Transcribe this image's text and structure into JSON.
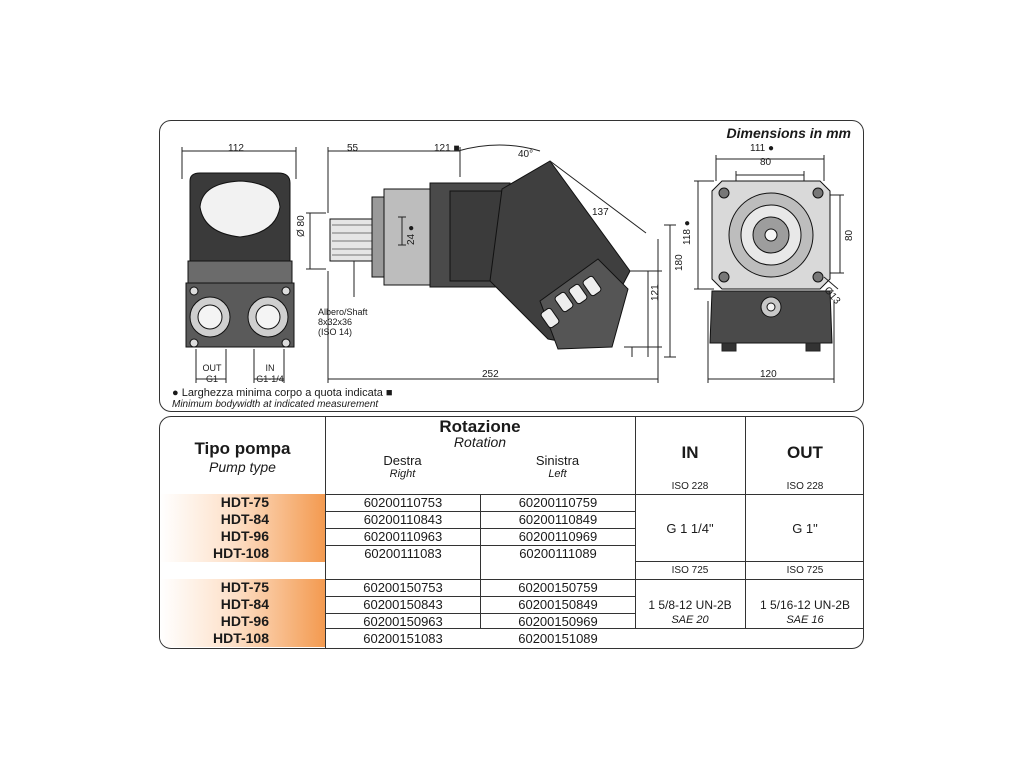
{
  "drawing": {
    "title": "Dimensions in mm",
    "dims": {
      "d112": "112",
      "d55": "55",
      "d121top": "121 ■",
      "d40": "40°",
      "d137": "137",
      "d80": "Ø 80",
      "d24": "24 ●",
      "d180": "180",
      "d121": "121",
      "d252": "252",
      "d111": "111 ●",
      "d80r": "80",
      "d118": "118 ●",
      "d80v": "80",
      "d13": "Ø13",
      "d120": "120"
    },
    "shaft_label": [
      "Albero/Shaft",
      "8x32x36",
      "(ISO 14)"
    ],
    "port_out": [
      "OUT",
      "G1"
    ],
    "port_in": [
      "IN",
      "G1-1/4"
    ],
    "legend": {
      "circle_line": "● Larghezza minima corpo a quota indicata ■",
      "italic_line": "Minimum bodywidth at indicated measurement"
    }
  },
  "table": {
    "pump_type": "Tipo pompa",
    "pump_type_en": "Pump type",
    "rotation": "Rotazione",
    "rotation_en": "Rotation",
    "right": "Destra",
    "right_en": "Right",
    "left": "Sinistra",
    "left_en": "Left",
    "in": "IN",
    "out": "OUT",
    "group1": {
      "in_std": "ISO 228",
      "out_std": "ISO 228",
      "in_val": "G 1 1/4\"",
      "out_val": "G 1\"",
      "rows": [
        {
          "model": "HDT-75",
          "right": "60200110753",
          "left": "60200110759"
        },
        {
          "model": "HDT-84",
          "right": "60200110843",
          "left": "60200110849"
        },
        {
          "model": "HDT-96",
          "right": "60200110963",
          "left": "60200110969"
        },
        {
          "model": "HDT-108",
          "right": "60200111083",
          "left": "60200111089"
        }
      ]
    },
    "group2": {
      "in_std": "ISO 725",
      "out_std": "ISO 725",
      "in_val": "1 5/8-12 UN-2B",
      "in_sub": "SAE 20",
      "out_val": "1 5/16-12 UN-2B",
      "out_sub": "SAE 16",
      "rows": [
        {
          "model": "HDT-75",
          "right": "60200150753",
          "left": "60200150759"
        },
        {
          "model": "HDT-84",
          "right": "60200150843",
          "left": "60200150849"
        },
        {
          "model": "HDT-96",
          "right": "60200150963",
          "left": "60200150969"
        },
        {
          "model": "HDT-108",
          "right": "60200151083",
          "left": "60200151089"
        }
      ]
    }
  }
}
